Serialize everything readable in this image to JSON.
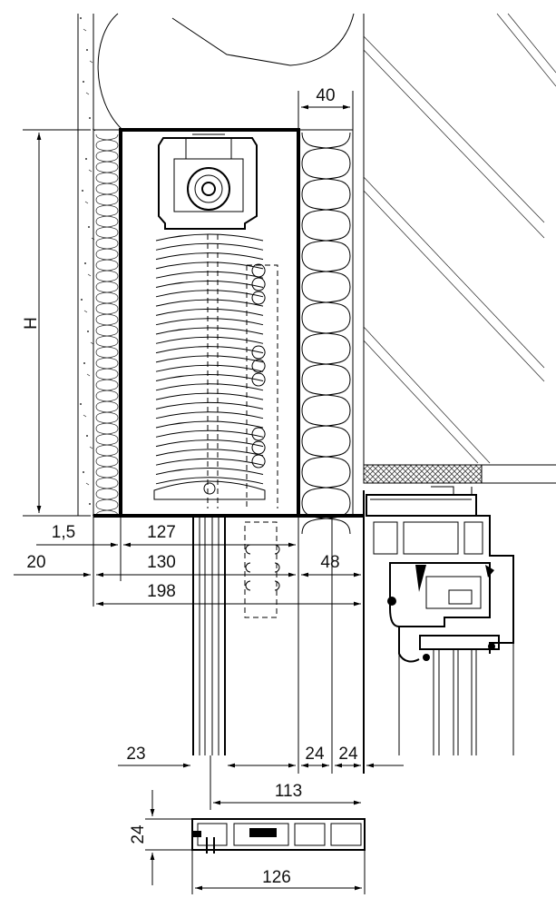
{
  "dimensions": {
    "height_label": "H",
    "top_insulation": "40",
    "slot_offset": "1,5",
    "inner_width": "127",
    "wall_plaster": "20",
    "box_width": "130",
    "right_insulation": "48",
    "overall_width": "198",
    "left_part": "23",
    "right_part_a": "24",
    "right_part_b": "24",
    "profile_offset": "113",
    "profile_height": "24",
    "profile_width": "126"
  }
}
